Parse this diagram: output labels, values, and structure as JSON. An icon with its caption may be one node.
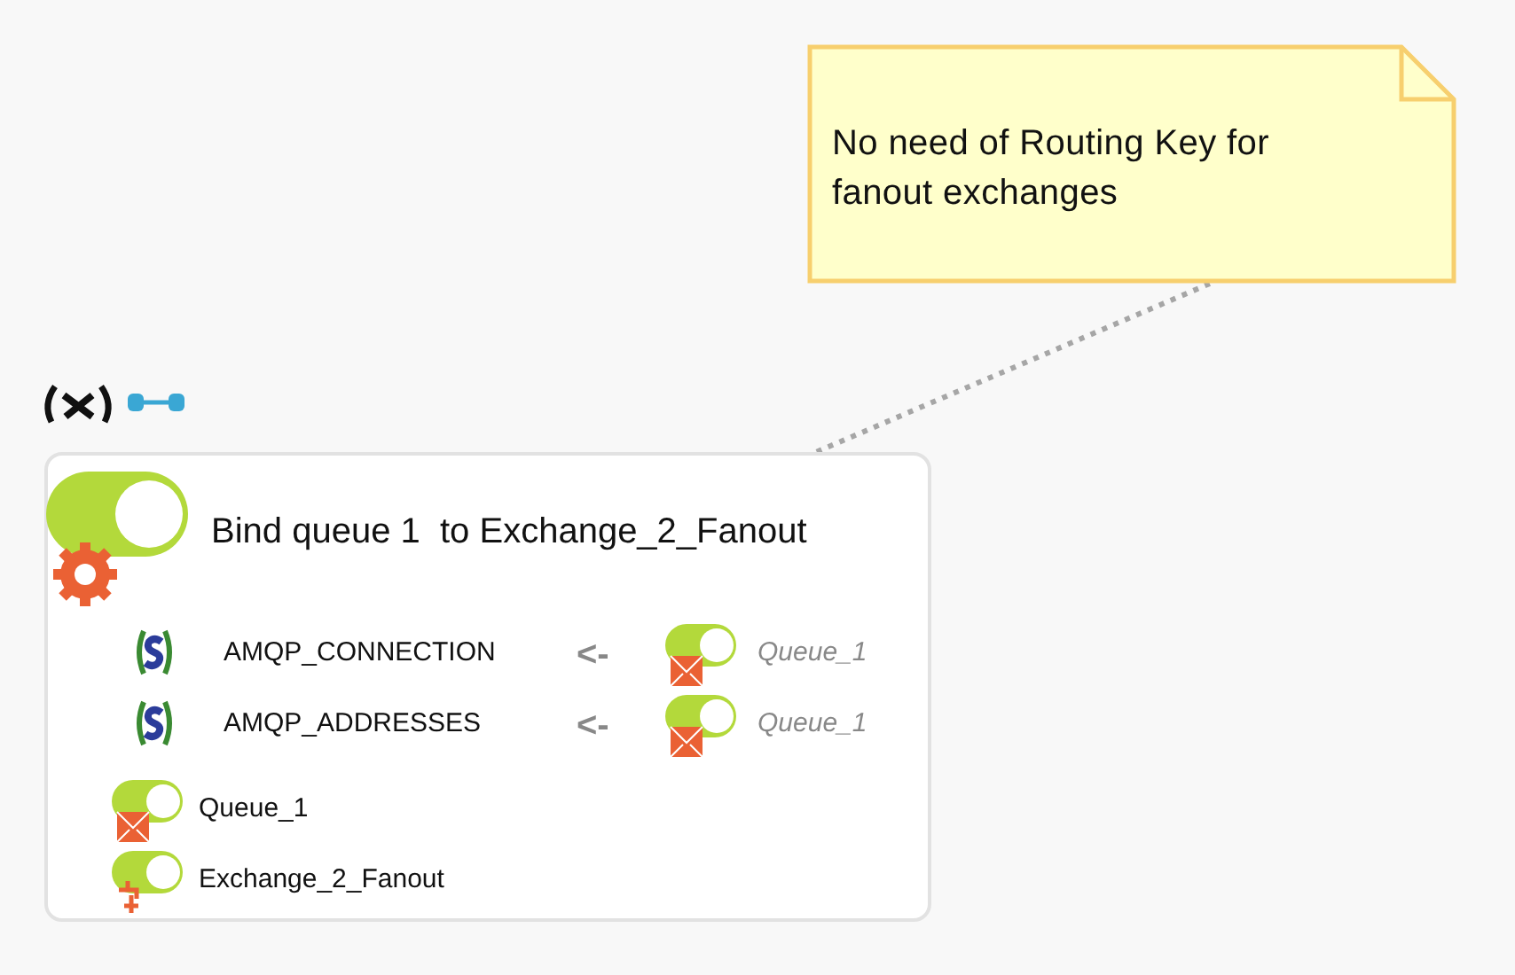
{
  "diagram": {
    "nodes": [
      {
        "text": [
          "No need of Routing Key for fanout exchanges"
        ]
      },
      {
        "text": [
          "Bind queue 1  to Exchange_2_Fanout"
        ]
      }
    ],
    "edges": [
      {
        "from": 0,
        "to": 1,
        "arrow": "none",
        "style": "dashed"
      }
    ],
    "labels": [
      "AMQP_CONNECTION",
      "<-",
      "Queue_1",
      "AMQP_ADDRESSES",
      "<-",
      "Queue_1",
      "Queue_1",
      "Exchange_2_Fanout"
    ]
  }
}
